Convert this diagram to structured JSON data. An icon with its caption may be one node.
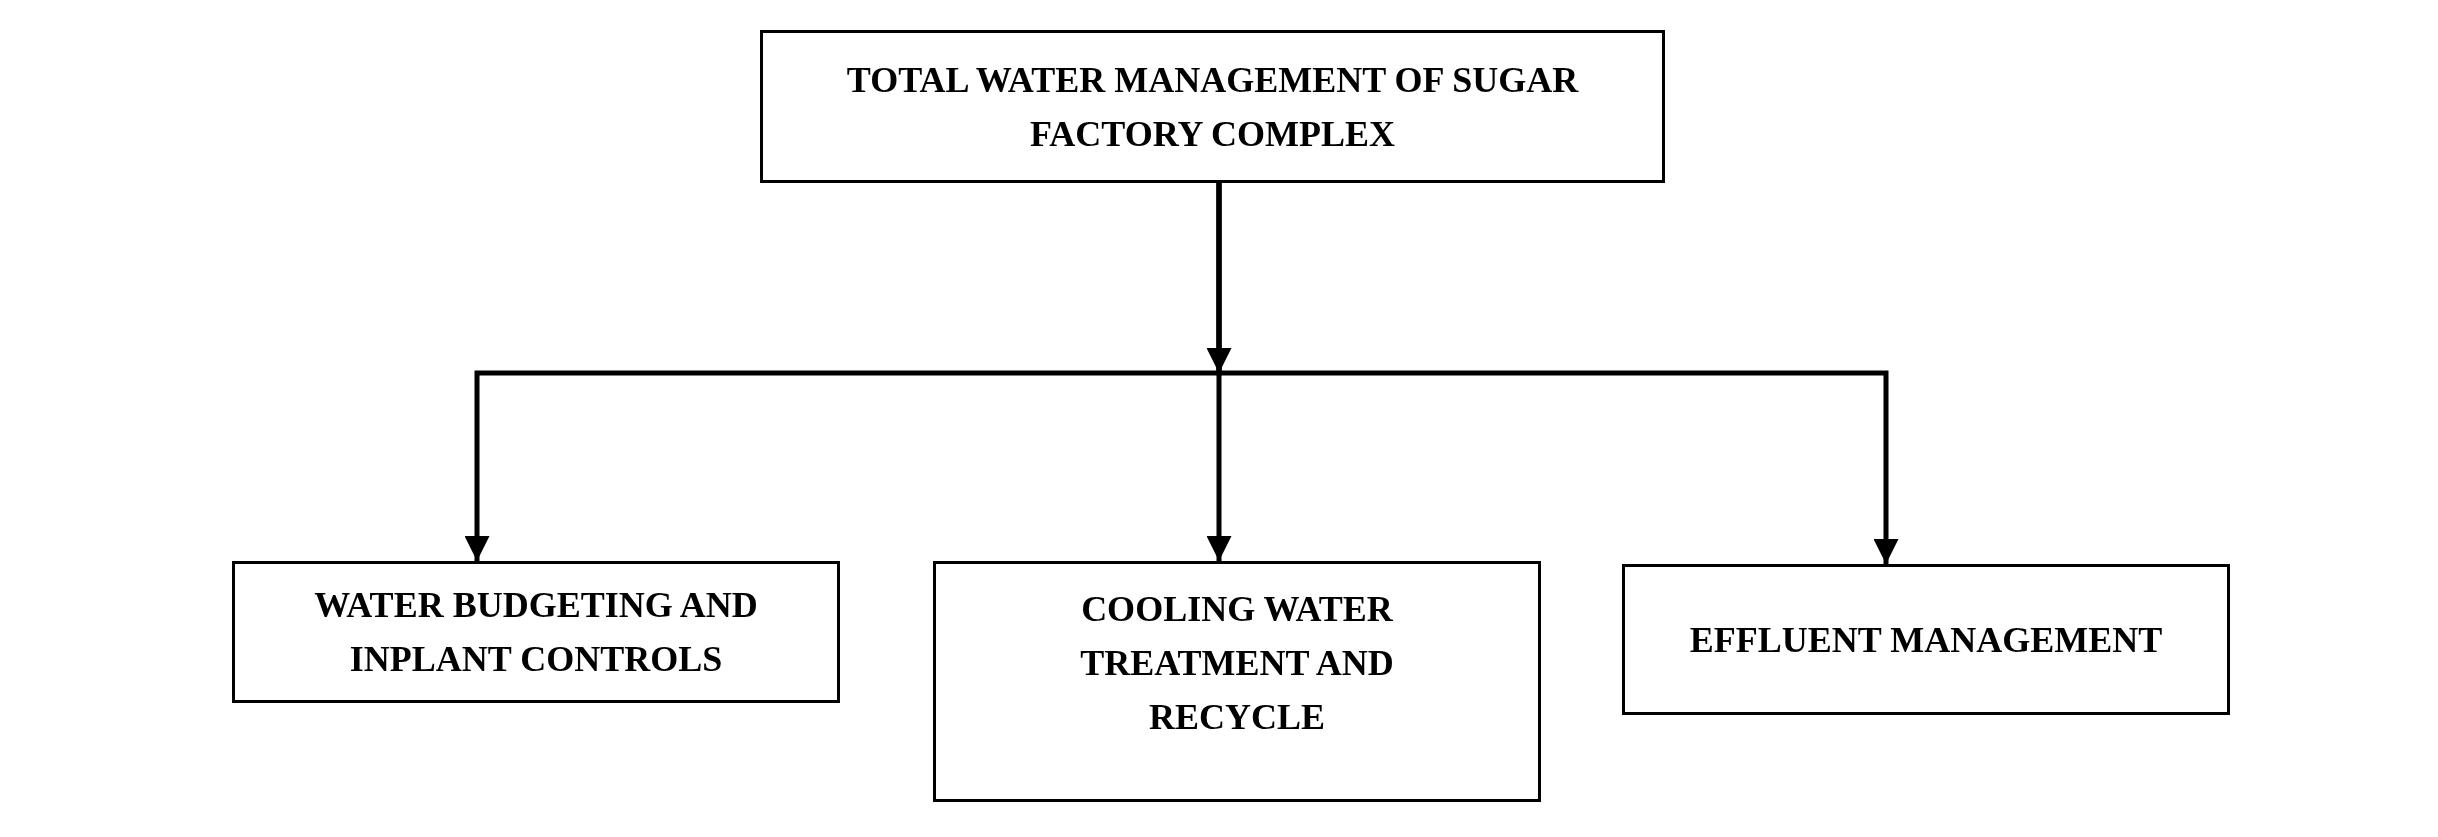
{
  "diagram": {
    "nodes": [
      {
        "text": [
          "TOTAL WATER MANAGEMENT OF SUGAR FACTORY COMPLEX"
        ]
      },
      {
        "text": [
          "WATER BUDGETING AND INPLANT CONTROLS"
        ]
      },
      {
        "text": [
          "COOLING WATER TREATMENT AND RECYCLE"
        ]
      },
      {
        "text": [
          "EFFLUENT MANAGEMENT"
        ]
      }
    ],
    "edges": [
      {
        "from": 0,
        "to": 1,
        "arrow": "to"
      },
      {
        "from": 0,
        "to": 2,
        "arrow": "to"
      },
      {
        "from": 0,
        "to": 3,
        "arrow": "to"
      }
    ]
  }
}
